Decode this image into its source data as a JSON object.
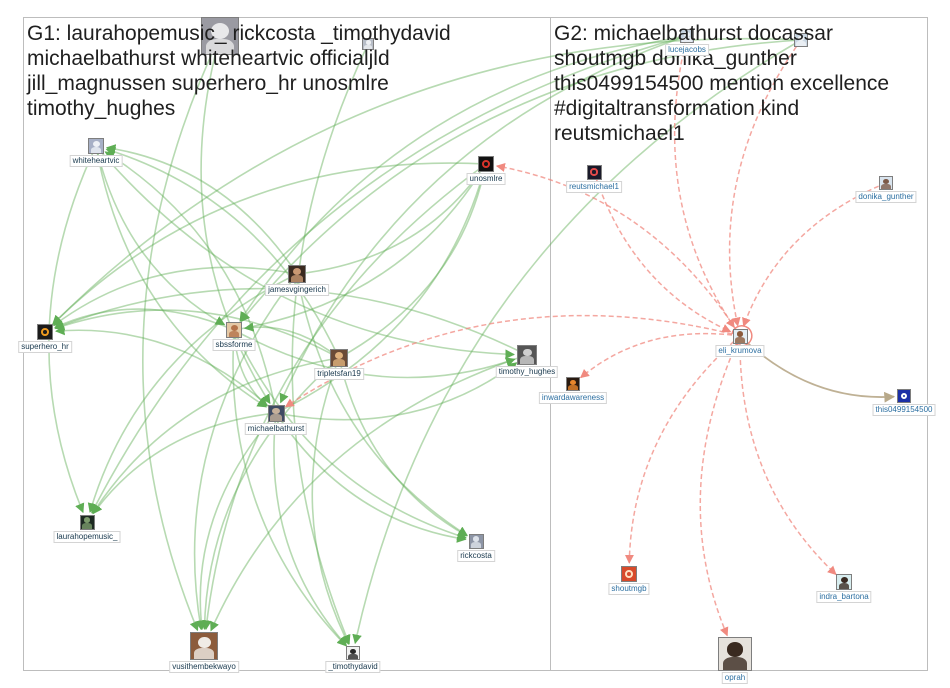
{
  "groups": [
    {
      "id": "g1",
      "title": "G1: laurahopemusic_ rickcosta _timothydavid michaelbathurst whiteheartvic officialjld jill_magnussen superhero_hr unosmlre timothy_hughes"
    },
    {
      "id": "g2",
      "title": "G2: michaelbathurst docassar shoutmgb donika_gunther this0499154500 mention excellence #digitaltransformation kind reutsmichael1"
    }
  ],
  "colors": {
    "g1_edge": "#5fae55",
    "g2_edge": "#f08a80",
    "g2_edge_alt": "#b8a98a",
    "panel_border": "#bdbdbd",
    "g1_label": "#18384d",
    "g2_label": "#2c6fa1"
  },
  "nodes": [
    {
      "id": "whiteheartvic",
      "label": "whiteheartvic",
      "group": "g1",
      "icon": "profile-photo-icon",
      "avatar_bg": "#a7b0c6",
      "avatar_fg": "#eef1f6"
    },
    {
      "id": "unosmlre",
      "label": "unosmlre",
      "group": "g1",
      "icon": "red-logo-icon",
      "avatar_bg": "#111111",
      "avatar_fg": "#d8332a"
    },
    {
      "id": "jamesvgingerich",
      "label": "jamesvgingerich",
      "group": "g1",
      "icon": "profile-photo-icon",
      "avatar_bg": "#3a2a20",
      "avatar_fg": "#c99872"
    },
    {
      "id": "sbssforme",
      "label": "sbssforme",
      "group": "g1",
      "icon": "profile-photo-icon",
      "avatar_bg": "#e5c9a6",
      "avatar_fg": "#b4734a"
    },
    {
      "id": "superhero_hr",
      "label": "superhero_hr",
      "group": "g1",
      "icon": "superhero-logo-icon",
      "avatar_bg": "#1b1b1b",
      "avatar_fg": "#ef9b1f"
    },
    {
      "id": "tripletsfan19",
      "label": "tripletsfan19",
      "group": "g1",
      "icon": "profile-photo-icon",
      "avatar_bg": "#6b4b36",
      "avatar_fg": "#e0b27d"
    },
    {
      "id": "timothy_hughes",
      "label": "timothy_hughes",
      "group": "g1",
      "icon": "profile-photo-icon",
      "avatar_bg": "#555555",
      "avatar_fg": "#cfcfcf"
    },
    {
      "id": "michaelbathurst",
      "label": "michaelbathurst",
      "group": "g1",
      "icon": "profile-photo-icon",
      "avatar_bg": "#3f4b63",
      "avatar_fg": "#c6b09a"
    },
    {
      "id": "laurahopemusic_",
      "label": "laurahopemusic_",
      "group": "g1",
      "icon": "profile-photo-icon",
      "avatar_bg": "#1d2a22",
      "avatar_fg": "#7b9b6b"
    },
    {
      "id": "rickcosta",
      "label": "rickcosta",
      "group": "g1",
      "icon": "profile-photo-icon",
      "avatar_bg": "#8d95a6",
      "avatar_fg": "#dde2ea"
    },
    {
      "id": "vusithembekwayo",
      "label": "vusithembekwayo",
      "group": "g1",
      "icon": "profile-photo-icon",
      "avatar_bg": "#8c5c3c",
      "avatar_fg": "#f0ece6"
    },
    {
      "id": "_timothydavid",
      "label": "_timothydavid",
      "group": "g1",
      "icon": "profile-photo-icon",
      "avatar_bg": "#f2f2f2",
      "avatar_fg": "#2a2a2a"
    },
    {
      "id": "top_photo",
      "label": "",
      "group": "g1",
      "icon": "profile-photo-icon",
      "avatar_bg": "#9a9aa2",
      "avatar_fg": "#e8e8ea"
    },
    {
      "id": "top_small_1",
      "label": "",
      "group": "g1",
      "icon": "profile-photo-icon",
      "avatar_bg": "#b7bdc7",
      "avatar_fg": "#eef0f3"
    },
    {
      "id": "reutsmichael1",
      "label": "reutsmichael1",
      "group": "g2",
      "icon": "dark-logo-icon",
      "avatar_bg": "#1a1a2a",
      "avatar_fg": "#e24a4a"
    },
    {
      "id": "donika_gunther",
      "label": "donika_gunther",
      "group": "g2",
      "icon": "profile-photo-icon",
      "avatar_bg": "#d9e4ee",
      "avatar_fg": "#7c5a48"
    },
    {
      "id": "eli_krumova",
      "label": "eli_krumova",
      "group": "g2",
      "icon": "profile-photo-icon",
      "avatar_bg": "#e3eef5",
      "avatar_fg": "#8b5a3c"
    },
    {
      "id": "inwardawareness",
      "label": "inwardawareness",
      "group": "g2",
      "icon": "profile-photo-icon",
      "avatar_bg": "#2a1a10",
      "avatar_fg": "#e8862c"
    },
    {
      "id": "this0499154500",
      "label": "this0499154500",
      "group": "g2",
      "icon": "blue-logo-icon",
      "avatar_bg": "#1c2fa6",
      "avatar_fg": "#ffffff"
    },
    {
      "id": "shoutmgb",
      "label": "shoutmgb",
      "group": "g2",
      "icon": "red-logo-icon",
      "avatar_bg": "#d84a2a",
      "avatar_fg": "#ffe0c0"
    },
    {
      "id": "indra_bartona",
      "label": "indra_bartona",
      "group": "g2",
      "icon": "profile-photo-icon",
      "avatar_bg": "#d8eef0",
      "avatar_fg": "#3a2a22"
    },
    {
      "id": "oprah",
      "label": "oprah",
      "group": "g2",
      "icon": "profile-photo-icon",
      "avatar_bg": "#e6e2dc",
      "avatar_fg": "#3a2a20"
    },
    {
      "id": "lucejacobs",
      "label": "lucejacobs",
      "group": "g2",
      "icon": "profile-photo-icon",
      "avatar_bg": "#c7d3df",
      "avatar_fg": "#f0f3f6"
    },
    {
      "id": "top_small_2",
      "label": "",
      "group": "g2",
      "icon": "profile-photo-icon",
      "avatar_bg": "#c9d6e2",
      "avatar_fg": "#f1f4f7"
    }
  ],
  "edges": [
    {
      "from": "whiteheartvic",
      "to": "laurahopemusic_",
      "group": "g1"
    },
    {
      "from": "whiteheartvic",
      "to": "timothy_hughes",
      "group": "g1"
    },
    {
      "from": "whiteheartvic",
      "to": "michaelbathurst",
      "group": "g1"
    },
    {
      "from": "whiteheartvic",
      "to": "sbssforme",
      "group": "g1"
    },
    {
      "from": "jamesvgingerich",
      "to": "whiteheartvic",
      "group": "g1"
    },
    {
      "from": "jamesvgingerich",
      "to": "superhero_hr",
      "group": "g1"
    },
    {
      "from": "jamesvgingerich",
      "to": "rickcosta",
      "group": "g1"
    },
    {
      "from": "jamesvgingerich",
      "to": "vusithembekwayo",
      "group": "g1"
    },
    {
      "from": "jamesvgingerich",
      "to": "unosmlre",
      "group": "g1"
    },
    {
      "from": "jamesvgingerich",
      "to": "laurahopemusic_",
      "group": "g1"
    },
    {
      "from": "sbssforme",
      "to": "superhero_hr",
      "group": "g1"
    },
    {
      "from": "sbssforme",
      "to": "unosmlre",
      "group": "g1"
    },
    {
      "from": "sbssforme",
      "to": "_timothydavid",
      "group": "g1"
    },
    {
      "from": "sbssforme",
      "to": "michaelbathurst",
      "group": "g1"
    },
    {
      "from": "sbssforme",
      "to": "rickcosta",
      "group": "g1"
    },
    {
      "from": "sbssforme",
      "to": "timothy_hughes",
      "group": "g1"
    },
    {
      "from": "tripletsfan19",
      "to": "sbssforme",
      "group": "g1"
    },
    {
      "from": "tripletsfan19",
      "to": "superhero_hr",
      "group": "g1"
    },
    {
      "from": "tripletsfan19",
      "to": "unosmlre",
      "group": "g1"
    },
    {
      "from": "tripletsfan19",
      "to": "_timothydavid",
      "group": "g1"
    },
    {
      "from": "tripletsfan19",
      "to": "laurahopemusic_",
      "group": "g1"
    },
    {
      "from": "tripletsfan19",
      "to": "vusithembekwayo",
      "group": "g1"
    },
    {
      "from": "tripletsfan19",
      "to": "rickcosta",
      "group": "g1"
    },
    {
      "from": "tripletsfan19",
      "to": "whiteheartvic",
      "group": "g1"
    },
    {
      "from": "michaelbathurst",
      "to": "unosmlre",
      "group": "g1"
    },
    {
      "from": "michaelbathurst",
      "to": "laurahopemusic_",
      "group": "g1"
    },
    {
      "from": "michaelbathurst",
      "to": "vusithembekwayo",
      "group": "g1"
    },
    {
      "from": "michaelbathurst",
      "to": "_timothydavid",
      "group": "g1"
    },
    {
      "from": "michaelbathurst",
      "to": "superhero_hr",
      "group": "g1"
    },
    {
      "from": "michaelbathurst",
      "to": "timothy_hughes",
      "group": "g1"
    },
    {
      "from": "michaelbathurst",
      "to": "rickcosta",
      "group": "g1"
    },
    {
      "from": "michaelbathurst",
      "to": "whiteheartvic",
      "group": "g1"
    },
    {
      "from": "top_photo",
      "to": "michaelbathurst",
      "group": "g1"
    },
    {
      "from": "top_photo",
      "to": "vusithembekwayo",
      "group": "g1"
    },
    {
      "from": "top_small_1",
      "to": "_timothydavid",
      "group": "g1"
    },
    {
      "from": "unosmlre",
      "to": "superhero_hr",
      "group": "g1"
    },
    {
      "from": "unosmlre",
      "to": "vusithembekwayo",
      "group": "g1"
    },
    {
      "from": "timothy_hughes",
      "to": "vusithembekwayo",
      "group": "g1"
    },
    {
      "from": "timothy_hughes",
      "to": "superhero_hr",
      "group": "g1"
    },
    {
      "from": "lucejacobs",
      "to": "michaelbathurst",
      "group": "g1"
    },
    {
      "from": "lucejacobs",
      "to": "sbssforme",
      "group": "g1"
    },
    {
      "from": "lucejacobs",
      "to": "laurahopemusic_",
      "group": "g1"
    },
    {
      "from": "top_small_2",
      "to": "sbssforme",
      "group": "g1"
    },
    {
      "from": "top_small_2",
      "to": "superhero_hr",
      "group": "g1"
    },
    {
      "from": "top_small_2",
      "to": "_timothydavid",
      "group": "g1"
    },
    {
      "from": "eli_krumova",
      "to": "michaelbathurst",
      "group": "g2"
    },
    {
      "from": "eli_krumova",
      "to": "unosmlre",
      "group": "g2"
    },
    {
      "from": "eli_krumova",
      "to": "inwardawareness",
      "group": "g2"
    },
    {
      "from": "eli_krumova",
      "to": "shoutmgb",
      "group": "g2"
    },
    {
      "from": "eli_krumova",
      "to": "indra_bartona",
      "group": "g2"
    },
    {
      "from": "eli_krumova",
      "to": "oprah",
      "group": "g2"
    },
    {
      "from": "eli_krumova",
      "to": "this0499154500",
      "group": "g2b"
    },
    {
      "from": "reutsmichael1",
      "to": "eli_krumova",
      "group": "g2"
    },
    {
      "from": "donika_gunther",
      "to": "eli_krumova",
      "group": "g2"
    },
    {
      "from": "lucejacobs",
      "to": "eli_krumova",
      "group": "g2"
    },
    {
      "from": "top_small_2",
      "to": "eli_krumova",
      "group": "g2"
    }
  ]
}
